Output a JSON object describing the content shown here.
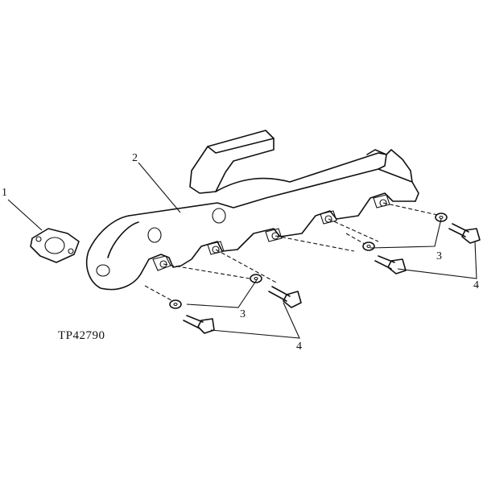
{
  "diagram": {
    "callouts": {
      "gasket": "1",
      "manifold": "2",
      "washer_front": "3",
      "washer_rear": "3",
      "bolt_front": "4",
      "bolt_rear": "4"
    },
    "figure_code": "TP42790"
  }
}
